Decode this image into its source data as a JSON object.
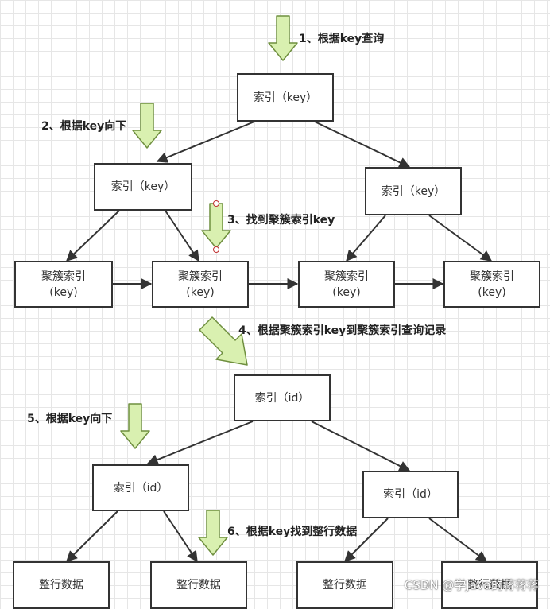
{
  "colors": {
    "stroke": "#333333",
    "arrow_fill": "#d9f0b0",
    "arrow_stroke": "#6f8f3f",
    "grid": "#e6e6e6"
  },
  "nodes": {
    "key_root": "索引（key）",
    "key_left": "索引（key）",
    "key_right": "索引（key）",
    "leaf1_line1": "聚簇索引",
    "leaf1_line2": "(key)",
    "leaf2_line1": "聚簇索引",
    "leaf2_line2": "(key)",
    "leaf3_line1": "聚簇索引",
    "leaf3_line2": "(key)",
    "leaf4_line1": "聚簇索引",
    "leaf4_line2": "(key)",
    "id_root": "索引（id）",
    "id_left": "索引（id）",
    "id_right": "索引（id）",
    "row1": "整行数据",
    "row2": "整行数据",
    "row3": "整行数据",
    "row4": "整行数据"
  },
  "steps": {
    "s1": "1、根据key查询",
    "s2": "2、根据key向下",
    "s3": "3、找到聚簇索引key",
    "s4": "4、根据聚簇索引key到聚簇索引查询记录",
    "s5": "5、根据key向下",
    "s6": "6、根据key找到整行数据"
  },
  "watermark": "CSDN @学Java的蒋蒋蒋"
}
